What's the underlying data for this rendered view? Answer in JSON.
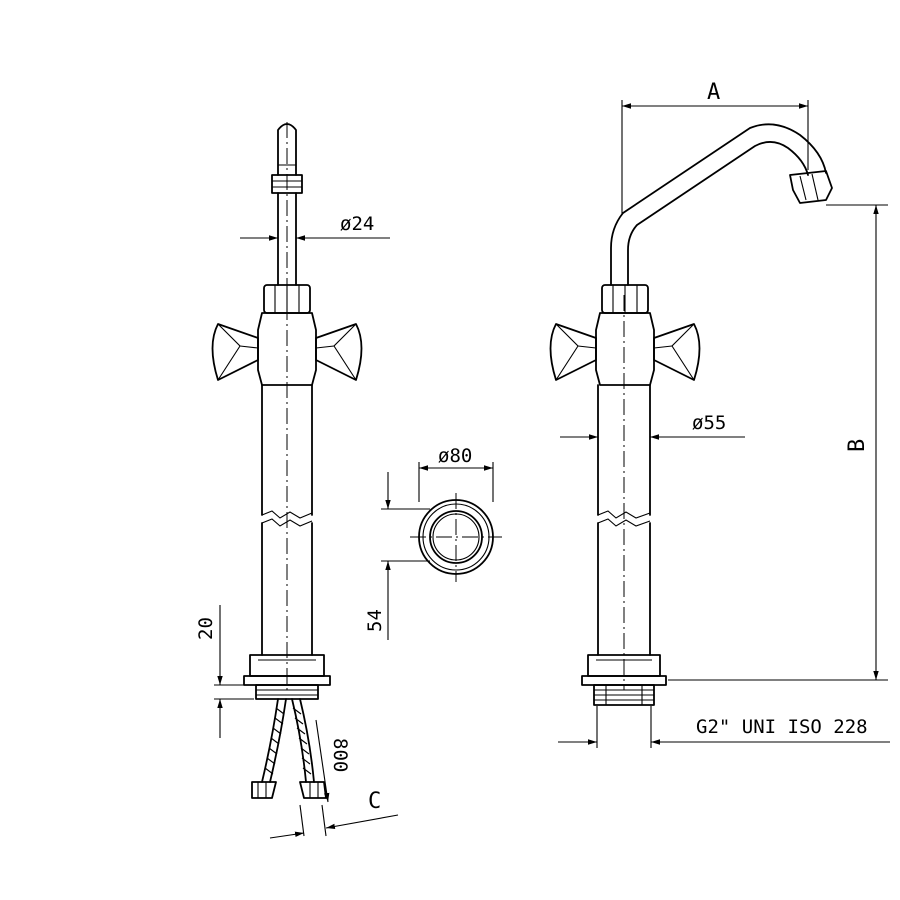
{
  "labels": {
    "A": "A",
    "B": "B",
    "C": "C",
    "d24": "ø24",
    "d80": "ø80",
    "d55": "ø55",
    "dim20": "20",
    "dim54": "54",
    "dim800": "800",
    "thread": "G2\" UNI ISO 228"
  }
}
